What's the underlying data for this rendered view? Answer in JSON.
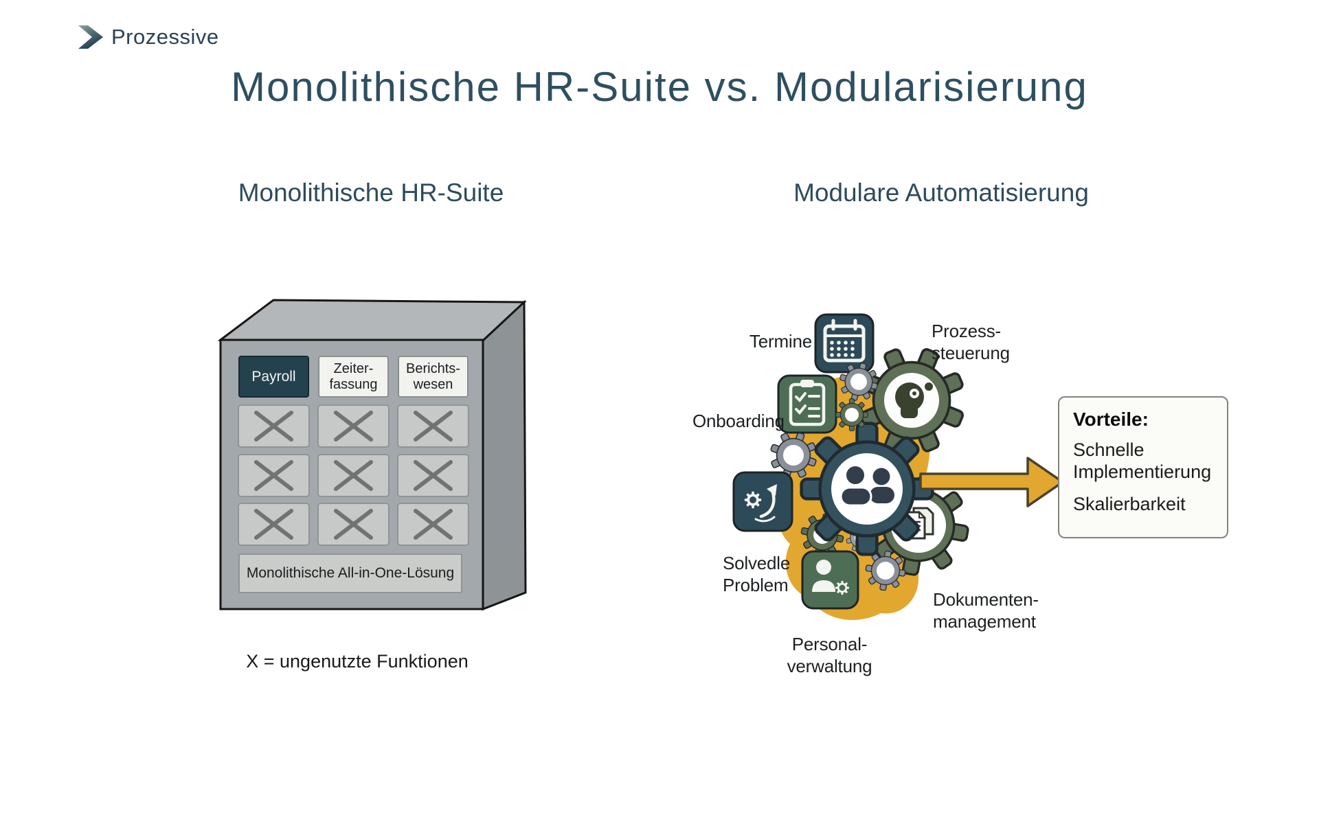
{
  "brand": {
    "name": "Prozessive",
    "logo_icon": "chevron-arrow-icon"
  },
  "title": "Monolithische HR-Suite vs. Modularisierung",
  "columns": {
    "left": {
      "heading": "Monolithische HR-Suite",
      "box": {
        "modules": [
          "Payroll",
          "Zeiter-\nfassung",
          "Berichts-\nwesen"
        ],
        "unused_grid": {
          "rows": 3,
          "cols": 3,
          "mark": "X"
        },
        "footer": "Monolithische All-in-One-Lösung"
      },
      "caption": "X = ungenutzte Funktionen"
    },
    "right": {
      "heading": "Modulare Automatisierung",
      "modules": [
        {
          "label": "Termine",
          "icon": "calendar-icon"
        },
        {
          "label": "Prozess-\nsteuerung",
          "icon": "head-gears-icon"
        },
        {
          "label": "Onboarding",
          "icon": "clipboard-checklist-icon"
        },
        {
          "label": "Solvedle\nProblem",
          "icon": "gear-arrow-icon"
        },
        {
          "label": "Personal-\nverwaltung",
          "icon": "person-gear-icon"
        },
        {
          "label": "Dokumenten-\nmanagement",
          "icon": "documents-icon"
        }
      ],
      "center_icon": "team-icon",
      "benefits": {
        "title": "Vorteile:",
        "items": [
          "Schnelle\nImplementierung",
          "Skalierbarkeit"
        ]
      }
    }
  },
  "colors": {
    "title_text": "#2e4f60",
    "heading_text": "#2d4b5c",
    "label_text": "#1d2022",
    "teal_square": "#2c4a57",
    "green_square": "#4d6e55",
    "olive_gear": "#5e7055",
    "slate_gear": "#34515e",
    "gray_gear": "#8a9097",
    "amber": "#e2a72f",
    "box_front": "#a3a8ac",
    "box_top": "#b3b7ba",
    "box_side": "#8e9396",
    "payroll_cell": "#24424e",
    "module_cell": "#f2f2ee",
    "unused_cell": "#c6c9c7",
    "logo_green": "#8aa693",
    "logo_dark": "#1f3a50"
  }
}
